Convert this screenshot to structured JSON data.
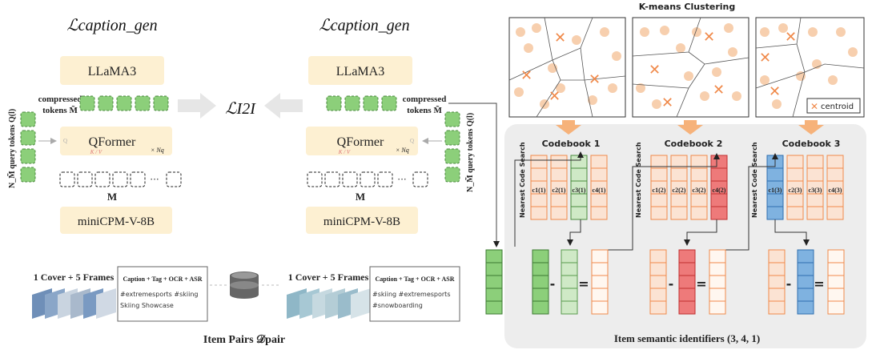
{
  "left_pipeline": {
    "loss_caption": "ℒcaption_gen",
    "loss_i2i": "ℒI2I",
    "llm": "LLaMA3",
    "compressed_tokens": "compressed",
    "compressed_tokens_2": "tokens M̃",
    "qformer": "QFormer",
    "kv": "K / V",
    "q": "Q",
    "nq": "× Nq",
    "query_tokens": "N_M̃ query tokens Q(l)",
    "m_label": "M",
    "encoder": "miniCPM-V-8B",
    "dots": "···",
    "frames": "1 Cover + 5 Frames",
    "card_title": "Caption + Tag + OCR + ASR",
    "card_line1_left": "#extremesports #skiing",
    "card_line2_left": "Skiing Showcase",
    "card_line1_right": "#skiing #extremesports",
    "card_line2_right": "#snowboarding",
    "item_pairs": "Item Pairs 𝒟pair"
  },
  "right_panel": {
    "kmeans_title": "K-means Clustering",
    "centroid_label": "centroid",
    "codebooks": [
      "Codebook 1",
      "Codebook 2",
      "Codebook 3"
    ],
    "nearest": "Nearest Code Search",
    "minus": "-",
    "equals": "=",
    "footer": "Item semantic identifiers (3, 4, 1)"
  },
  "colors": {
    "yellow": "#fdf0d2",
    "green": "#8ccf7a",
    "green_light": "#cfe9c6",
    "orange": "#f08a4b",
    "orange_light": "#fbe3d3",
    "red": "#ee7a7a",
    "blue": "#7fb2e0",
    "panel_gray": "#ededed",
    "dot": "#f7cfae"
  }
}
